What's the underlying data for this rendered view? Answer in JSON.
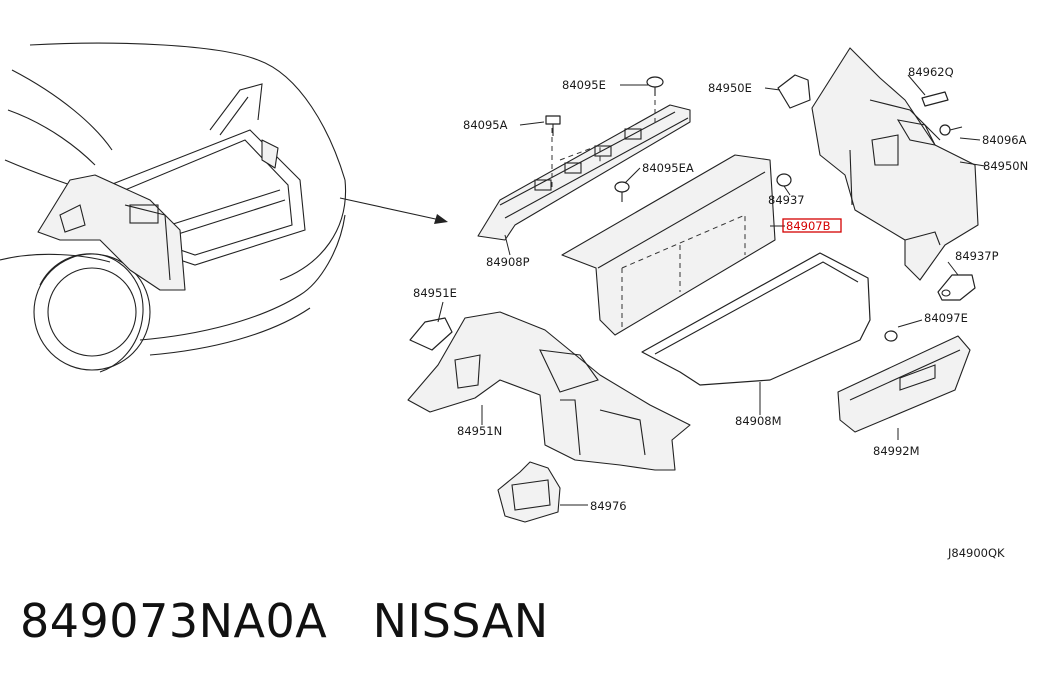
{
  "diagram": {
    "highlight_color": "#d40000",
    "callouts": {
      "c_84095E": "84095E",
      "c_84095A": "84095A",
      "c_84095EA": "84095EA",
      "c_84908P": "84908P",
      "c_84950E": "84950E",
      "c_84962Q": "84962Q",
      "c_84096A": "84096A",
      "c_84950N": "84950N",
      "c_84937": "84937",
      "c_84907B": "84907B",
      "c_84937P": "84937P",
      "c_84951E": "84951E",
      "c_84951N": "84951N",
      "c_84097E": "84097E",
      "c_84908M": "84908M",
      "c_84992M": "84992M",
      "c_84976": "84976"
    },
    "reference_code": "J84900QK"
  },
  "caption": {
    "part_number": "849073NA0A",
    "brand": "NISSAN"
  }
}
